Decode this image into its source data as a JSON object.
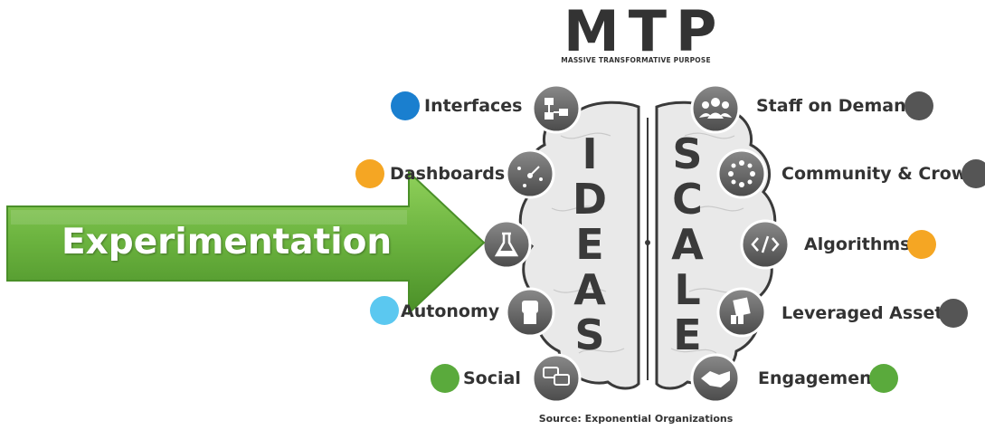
{
  "header": {
    "title": "MTP",
    "subtitle": "MASSIVE TRANSFORMATIVE PURPOSE"
  },
  "brain": {
    "left_word": [
      "I",
      "D",
      "E",
      "A",
      "S"
    ],
    "right_word": [
      "S",
      "C",
      "A",
      "L",
      "E"
    ]
  },
  "left_items": [
    {
      "label": "Interfaces",
      "color": "#1a7fcf",
      "icon": "flowchart-icon"
    },
    {
      "label": "Dashboards",
      "color": "#f5a623",
      "icon": "dashboard-gauge-icon"
    },
    {
      "label": "Experimentation",
      "color": "#f5a623",
      "icon": "flask-icon"
    },
    {
      "label": "Autonomy",
      "color": "#5bc8f0",
      "icon": "raised-fist-icon"
    },
    {
      "label": "Social",
      "color": "#5aaa3c",
      "icon": "chat-bubbles-icon"
    }
  ],
  "right_items": [
    {
      "label": "Staff on Demand",
      "color": "#555555",
      "icon": "people-group-icon"
    },
    {
      "label": "Community & Crowd",
      "color": "#555555",
      "icon": "crowd-circle-icon"
    },
    {
      "label": "Algorithms",
      "color": "#f5a623",
      "icon": "code-brackets-icon"
    },
    {
      "label": "Leveraged Assets",
      "color": "#555555",
      "icon": "rental-sign-icon"
    },
    {
      "label": "Engagement",
      "color": "#5aaa3c",
      "icon": "handshake-icon"
    }
  ],
  "arrow": {
    "label": "Experimentation",
    "color": "#6ab23e"
  },
  "footer": {
    "source": "Source: Exponential Organizations"
  }
}
